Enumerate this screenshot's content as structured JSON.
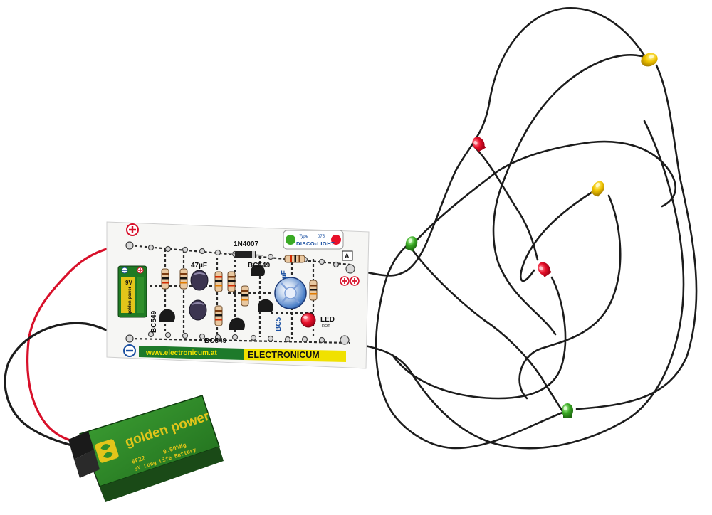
{
  "board": {
    "part_1n4007": "1N4007",
    "part_47uf": "47µF",
    "part_bc549_top": "BC549",
    "part_bc549_left": "BC549",
    "part_bc549_bottom": "BC549",
    "part_bc5_right": "BC5",
    "part_uf": "µF",
    "led_label": "LED",
    "led_sub": "ROT",
    "conn_a": "A",
    "website": "www.electronicum.at",
    "brand": "ELECTRONICUM",
    "type_label": "Type",
    "type_number": "075",
    "product_name": "DISCO-LIGHT",
    "battery_icon_label": "9V",
    "battery_icon_brand": "golden power"
  },
  "battery": {
    "brand": "golden power",
    "model": "6F22",
    "spec": "0.00%Hg",
    "desc": "9V Long Life Battery"
  },
  "colors": {
    "board_bg": "#f6f6f4",
    "wire": "#1c1c1c",
    "red_wire": "#d8102a",
    "battery_green": "#2f8f2a",
    "battery_yellow": "#e2c51a",
    "banner_green": "#1d7a2a",
    "banner_yellow": "#f0e100",
    "led_red": "#e8102a",
    "led_yellow": "#f0c400",
    "led_green": "#3aaa24",
    "capacitor_blue": "#4a7fc8"
  }
}
